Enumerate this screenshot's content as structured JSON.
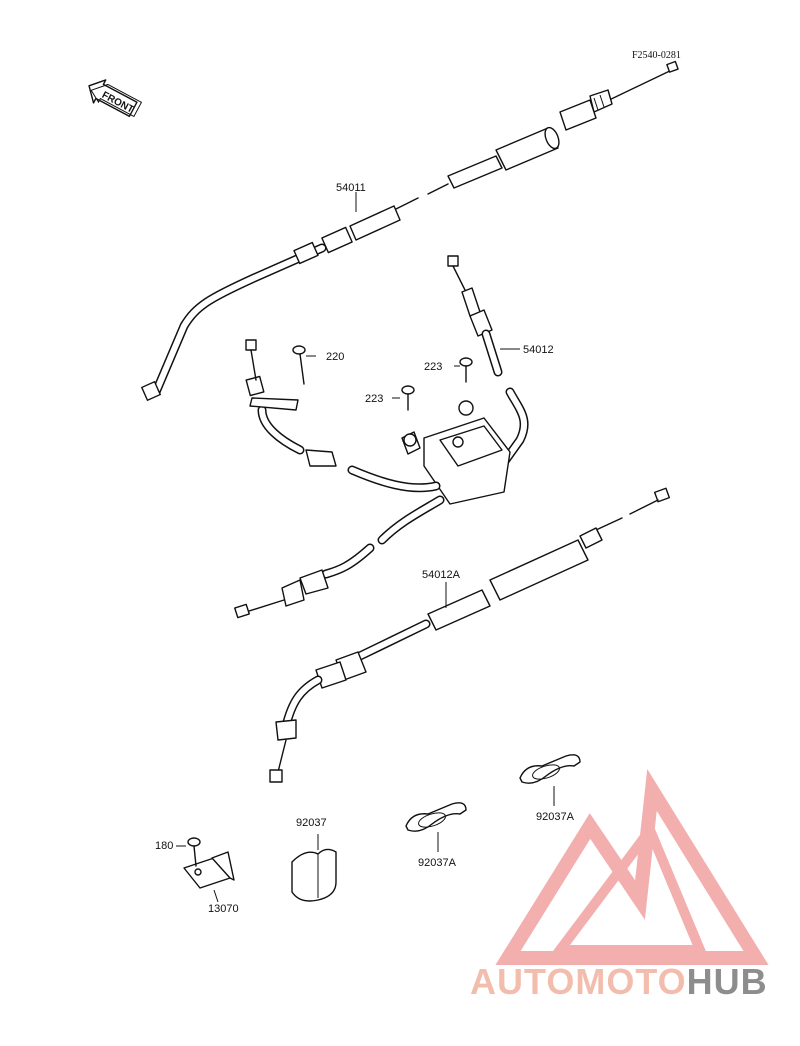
{
  "reference": "F2540-0281",
  "front_label": "FRONT",
  "callouts": {
    "c54011": "54011",
    "c54012": "54012",
    "c54012A": "54012A",
    "c220": "220",
    "c223a": "223",
    "c223b": "223",
    "c180": "180",
    "c13070": "13070",
    "c92037": "92037",
    "c92037A_a": "92037A",
    "c92037A_b": "92037A"
  },
  "watermark": {
    "part1": "AUTOMOTO",
    "part2": "HUB",
    "color_primary": "#f2a1a1",
    "color_secondary": "#f7c89a",
    "color_hub": "#6d6d6d"
  }
}
